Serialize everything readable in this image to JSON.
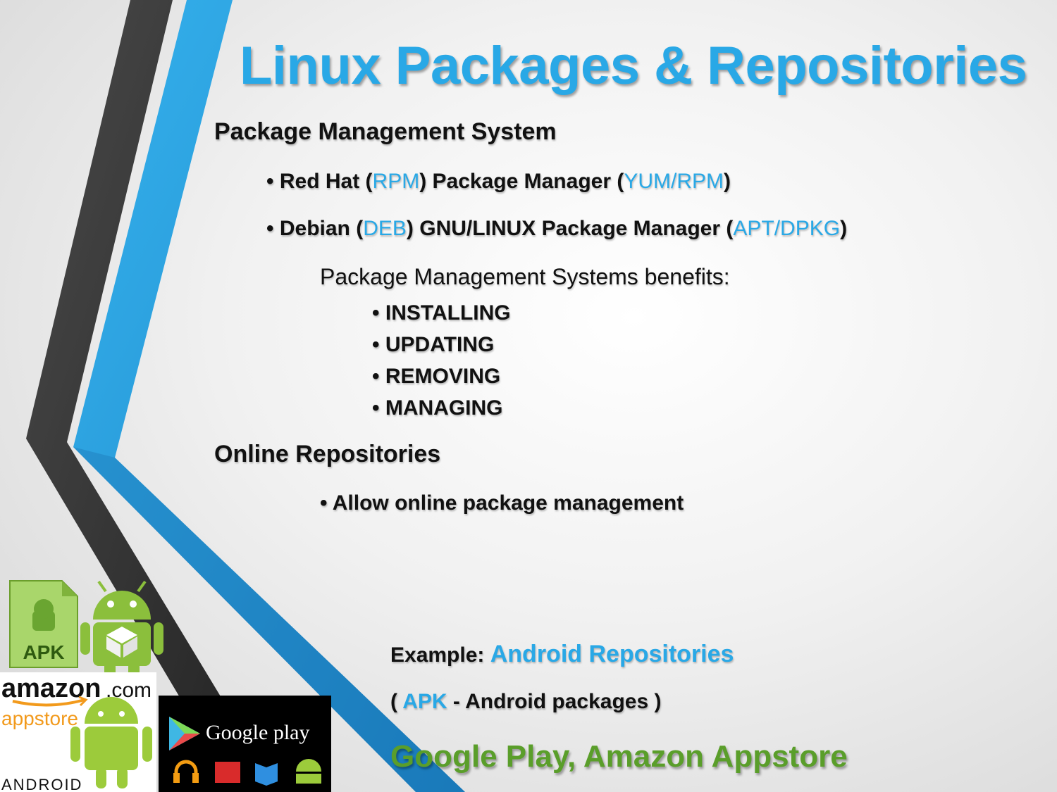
{
  "slide": {
    "title": "Linux Packages & Repositories",
    "section1_heading": "Package Management System",
    "bullet_redhat": {
      "pre": "Red Hat (",
      "hl1": "RPM",
      "mid": ") Package Manager (",
      "hl2": "YUM/RPM",
      "post": ")"
    },
    "bullet_debian": {
      "pre": "Debian (",
      "hl1": "DEB",
      "mid": ") GNU/LINUX Package Manager (",
      "hl2": "APT/DPKG",
      "post": ")"
    },
    "benefits_heading": "Package Management Systems benefits:",
    "benefits": [
      "INSTALLING",
      "UPDATING",
      "REMOVING",
      "MANAGING"
    ],
    "section2_heading": "Online Repositories",
    "bullet_online": "Allow online package management",
    "example": {
      "label": "Example: ",
      "value": "Android Repositories"
    },
    "apk_line": {
      "open": "( ",
      "hl": "APK",
      "rest": "  - Android packages )"
    },
    "stores": "Google Play, Amazon Appstore",
    "bullet_char": "•"
  },
  "logos": {
    "apk_text": "APK",
    "amazon_text": "amazon",
    "amazon_suffix": ".com",
    "appstore_text": "appstore",
    "android_text": "ANDROID",
    "google_play_text": "Google play",
    "icons": [
      "android-robot-icon",
      "box-icon",
      "play-triangle-icon",
      "headphones-icon",
      "film-icon",
      "book-icon",
      "android-head-icon"
    ]
  },
  "colors": {
    "accent_blue": "#29a8e6",
    "stripe_dark": "#3d3d3d",
    "stripe_blue": "#2aa3e3",
    "green": "#5a9e2a"
  }
}
